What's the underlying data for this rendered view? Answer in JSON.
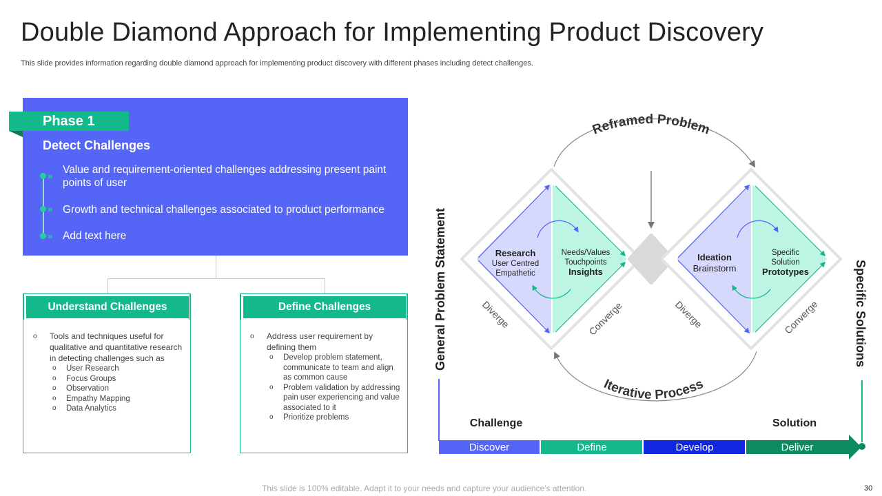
{
  "title": "Double Diamond Approach for Implementing Product Discovery",
  "subtitle": "This slide provides information regarding double diamond approach for implementing product discovery with different phases including detect challenges.",
  "phase": {
    "tab_label": "Phase 1",
    "heading": "Detect Challenges",
    "bullets": [
      "Value and requirement-oriented challenges addressing present paint points of user",
      "Growth and technical challenges associated to product performance",
      "Add text here"
    ]
  },
  "cards": [
    {
      "title": "Understand Challenges",
      "main": "Tools and techniques useful for qualitative and quantitative research in detecting challenges such as",
      "subs": [
        "User Research",
        "Focus Groups",
        "Observation",
        "Empathy Mapping",
        "Data Analytics"
      ]
    },
    {
      "title": "Define Challenges",
      "main": "Address user requirement by defining them",
      "subs": [
        "Develop problem statement, communicate to team and align as common cause",
        "Problem validation by addressing pain user experiencing and value associated to it",
        "Prioritize problems"
      ]
    }
  ],
  "diagram": {
    "top_arc_label": "Reframed Problem",
    "bottom_arc_label": "Iterative Process",
    "left_vertical_label": "General Problem Statement",
    "right_vertical_label": "Specific Solutions",
    "diamond1": {
      "left": {
        "title": "Research",
        "lines": [
          "User Centred",
          "Empathetic"
        ]
      },
      "right": {
        "lines": [
          "Needs/Values",
          "Touchpoints"
        ],
        "title": "Insights"
      },
      "diverge": "Diverge",
      "converge": "Converge"
    },
    "diamond2": {
      "left": {
        "title": "Ideation",
        "lines": [
          "Brainstorm"
        ]
      },
      "right": {
        "lines": [
          "Specific",
          "Solution"
        ],
        "title": "Prototypes"
      },
      "diverge": "Diverge",
      "converge": "Converge"
    },
    "challenge_label": "Challenge",
    "solution_label": "Solution",
    "phases": [
      {
        "label": "Discover",
        "color": "#5566f6"
      },
      {
        "label": "Define",
        "color": "#13b98a"
      },
      {
        "label": "Develop",
        "color": "#1027e0"
      },
      {
        "label": "Deliver",
        "color": "#0e8a63"
      }
    ]
  },
  "footer_note": "This slide is 100% editable. Adapt it to your needs and capture your audience's attention.",
  "page_number": "30",
  "colors": {
    "blue": "#5566f6",
    "green": "#13b98a",
    "dark_blue": "#1027e0",
    "dark_green": "#0e8a63"
  }
}
